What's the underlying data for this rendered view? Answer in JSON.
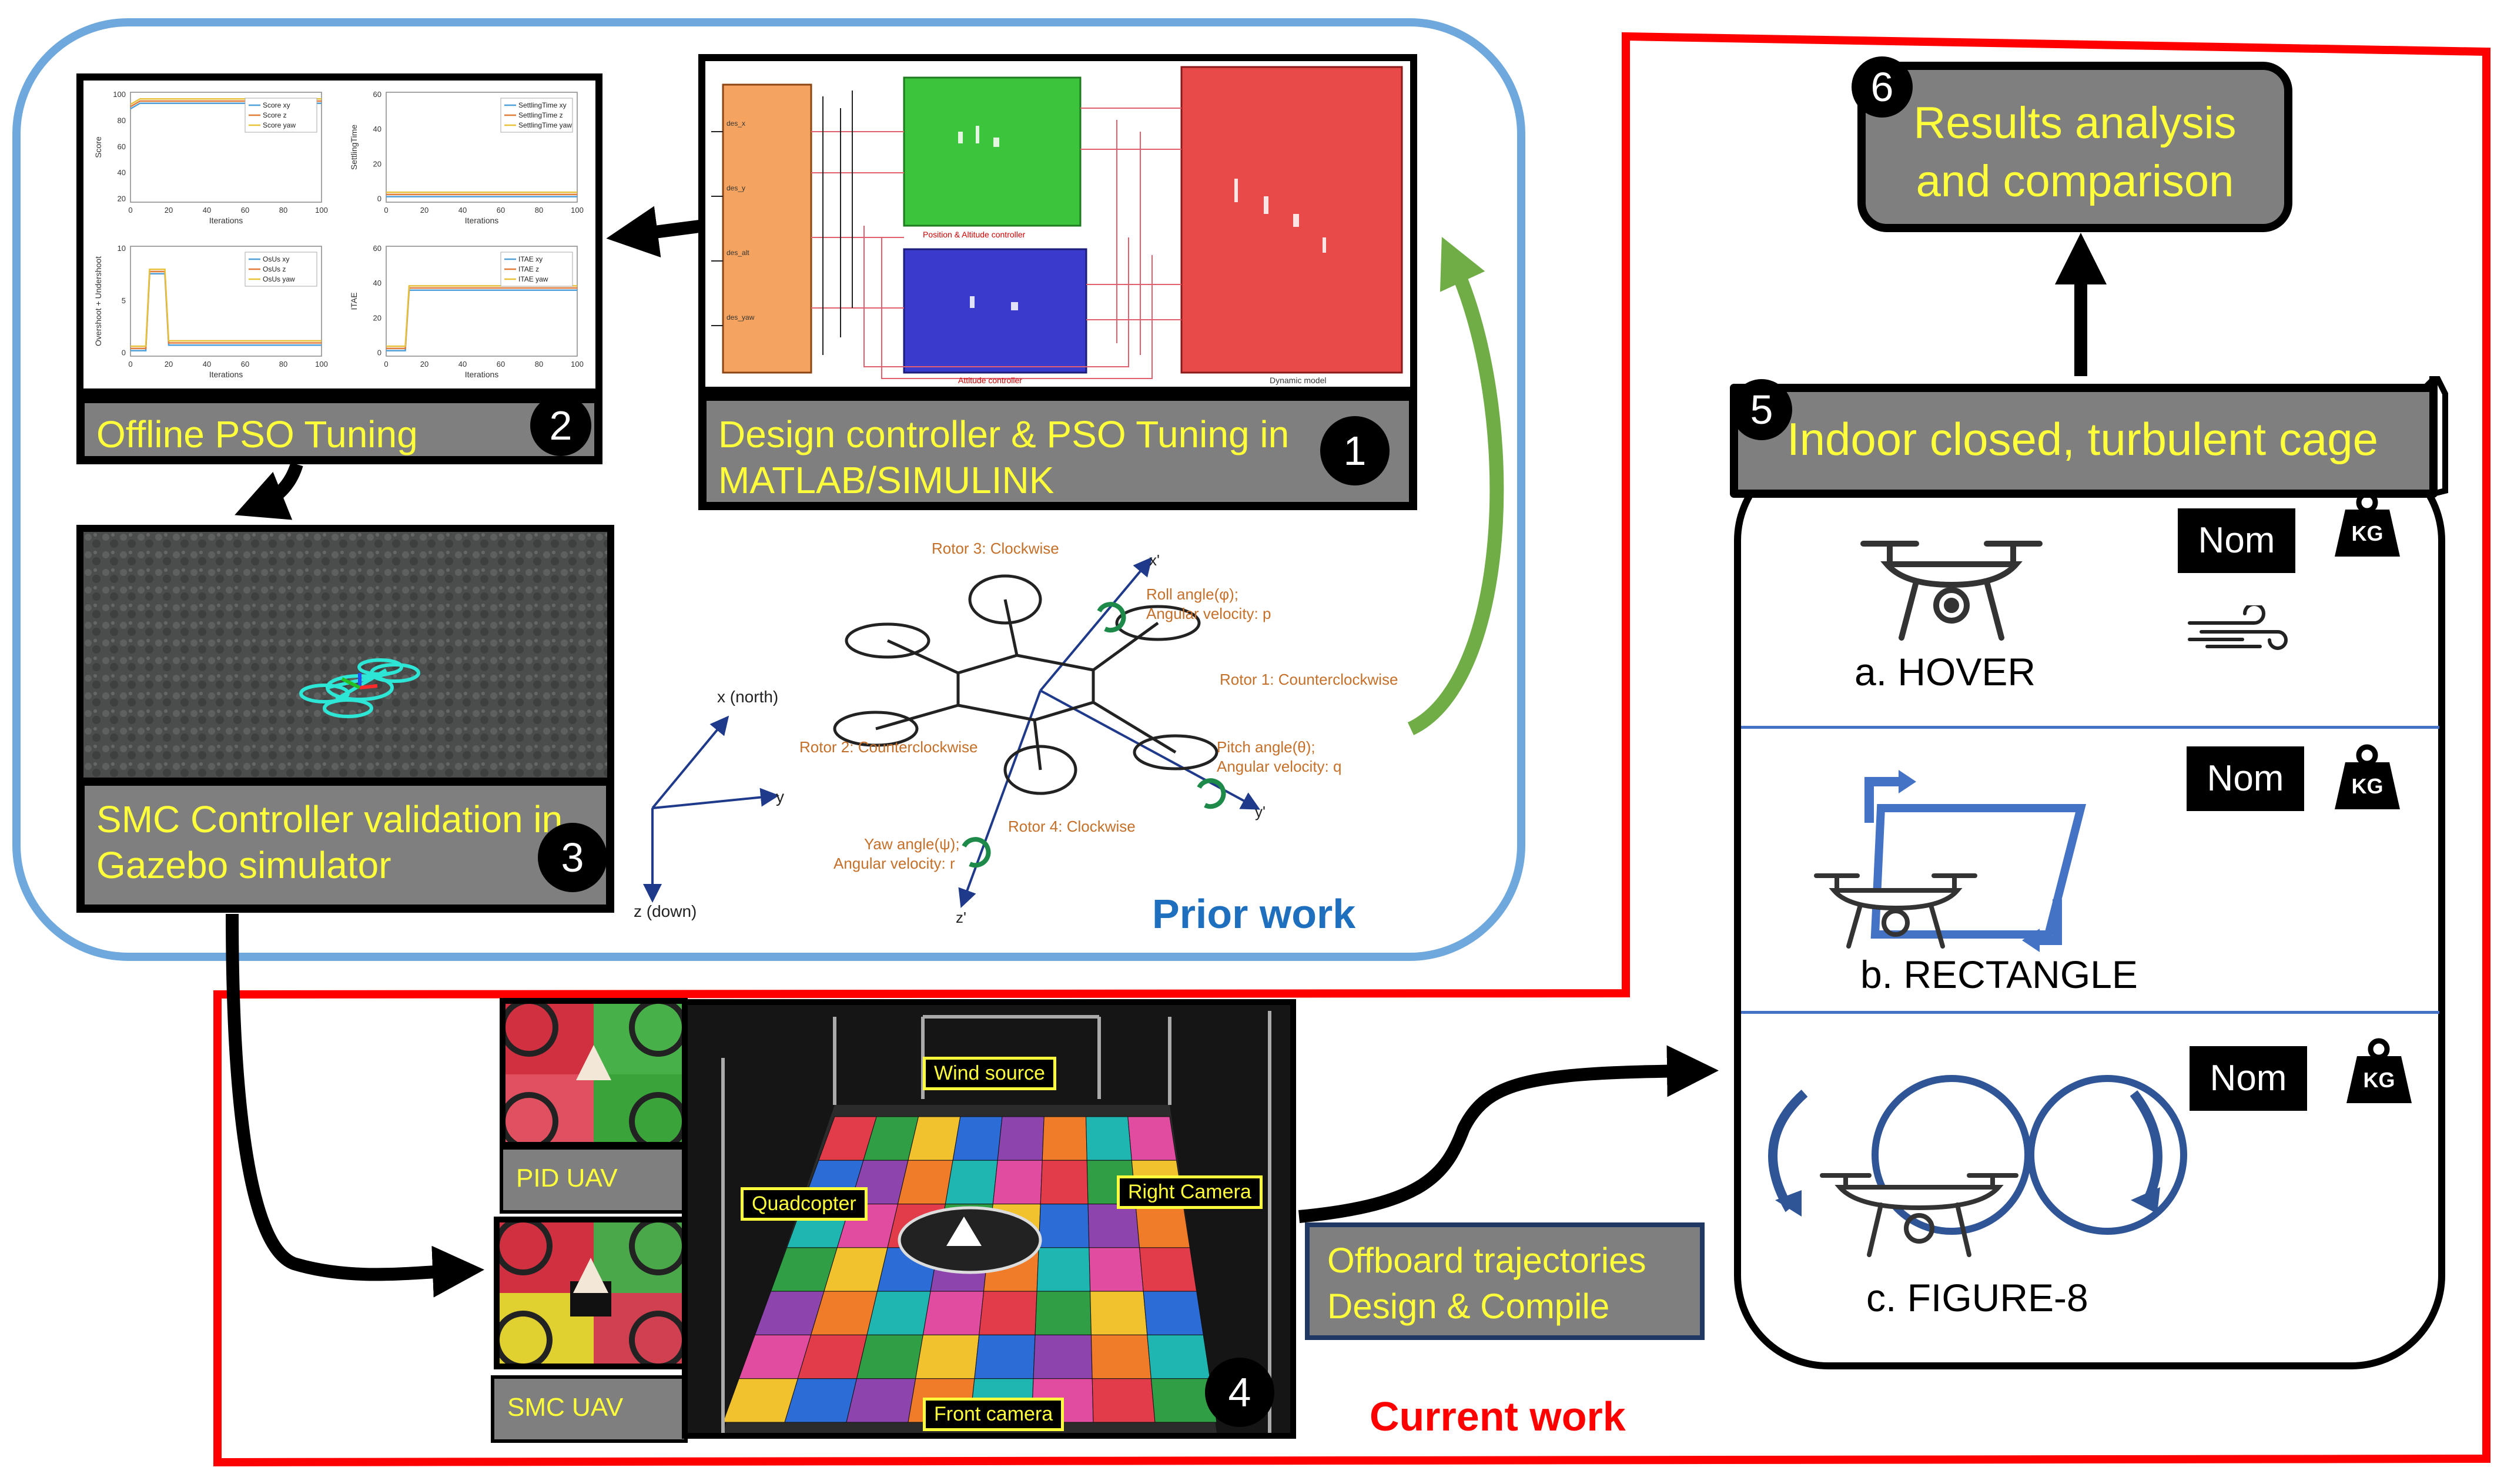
{
  "prior_work_label": "Prior work",
  "current_work_label": "Current work",
  "step1": {
    "number": "1",
    "caption_line1": "Design controller & PSO Tuning in",
    "caption_line2": "MATLAB/SIMULINK"
  },
  "step2": {
    "number": "2",
    "caption": "Offline PSO Tuning"
  },
  "step3": {
    "number": "3",
    "caption_line1": "SMC Controller validation in",
    "caption_line2": "Gazebo simulator"
  },
  "step4": {
    "number": "4"
  },
  "step5": {
    "number": "5",
    "title": "Indoor closed, turbulent cage"
  },
  "step6": {
    "number": "6",
    "title_line1": "Results analysis",
    "title_line2": "and comparison"
  },
  "offboard": {
    "line1": "Offboard trajectories",
    "line2": "Design & Compile"
  },
  "uav_labels": {
    "pid": "PID UAV",
    "smc": "SMC UAV"
  },
  "cage_tags": {
    "wind": "Wind source",
    "quad": "Quadcopter",
    "right_cam": "Right Camera",
    "front_cam": "Front camera"
  },
  "experiments": [
    {
      "label": "a. HOVER",
      "nominal": "Nom",
      "weight": "KG"
    },
    {
      "label": "b. RECTANGLE",
      "nominal": "Nom",
      "weight": "KG"
    },
    {
      "label": "c. FIGURE-8",
      "nominal": "Nom",
      "weight": "KG"
    }
  ],
  "simulink": {
    "block_pos": "Position & Altitude controller",
    "block_att": "Attitude controller",
    "block_dyn": "Dynamic model",
    "inputs": [
      "des_x",
      "des_y",
      "des_alt",
      "des_yaw"
    ]
  },
  "plots": [
    {
      "ylabel": "Score",
      "xlabel": "Iterations",
      "legend": [
        "Score xy",
        "Score z",
        "Score yaw"
      ],
      "yticks": [
        "100",
        "80",
        "60",
        "40",
        "20"
      ]
    },
    {
      "ylabel": "SettlingTime",
      "xlabel": "Iterations",
      "legend": [
        "SettlingTime xy",
        "SettlingTime z",
        "SettlingTime yaw"
      ],
      "yticks": [
        "60",
        "40",
        "20",
        "0"
      ]
    },
    {
      "ylabel": "Overshoot + Undershoot",
      "xlabel": "Iterations",
      "legend": [
        "OsUs xy",
        "OsUs z",
        "OsUs yaw"
      ],
      "yticks": [
        "10",
        "5",
        "0"
      ]
    },
    {
      "ylabel": "ITAE",
      "xlabel": "Iterations",
      "legend": [
        "ITAE xy",
        "ITAE z",
        "ITAE yaw"
      ],
      "yticks": [
        "60",
        "40",
        "20",
        "0"
      ]
    }
  ],
  "xticks": [
    "0",
    "20",
    "40",
    "60",
    "80",
    "100"
  ],
  "frame": {
    "rotor1": "Rotor 1: Counterclockwise",
    "rotor2": "Rotor 2: Counterclockwise",
    "rotor3": "Rotor 3: Clockwise",
    "rotor4": "Rotor 4: Clockwise",
    "roll1": "Roll angle(φ);",
    "roll2": "Angular velocity: p",
    "pitch1": "Pitch angle(θ);",
    "pitch2": "Angular velocity: q",
    "yaw1": "Yaw angle(ψ);",
    "yaw2": "Angular velocity: r",
    "north": "x (north)",
    "east": "y",
    "down": "z (down)",
    "xp": "x'",
    "yp": "y'",
    "zp": "z'"
  },
  "colors": {
    "prior": "#6fa8dc",
    "current": "#ff0000",
    "caption_bg": "#7f7f7f",
    "caption_text": "#ffff3b",
    "green_arrow": "#70ad47",
    "blue": "#4472c4"
  }
}
